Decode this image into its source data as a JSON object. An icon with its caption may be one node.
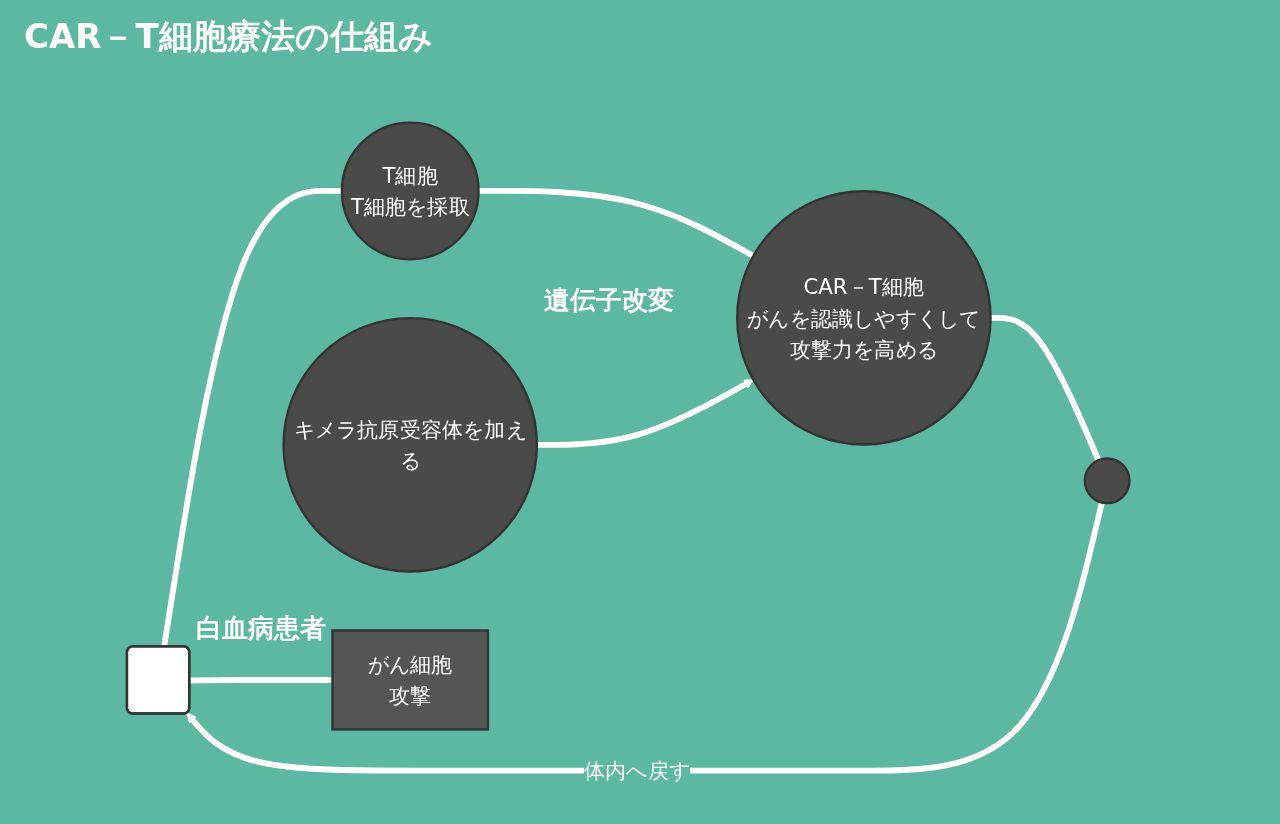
{
  "diagram": {
    "title": "CAR－T細胞療法の仕組み",
    "nodes": [
      {
        "text": [],
        "shape": "person",
        "beside": [
          "白血病患者"
        ]
      },
      {
        "text": [
          "T細胞",
          "T細胞を採取"
        ]
      },
      {
        "text": [
          "キメラ抗原受容体を加える"
        ],
        "beside": [
          "遺伝子改変"
        ]
      },
      {
        "text": [
          "CAR－T細胞",
          "がんを認識しやすくして攻撃力を高める"
        ]
      },
      {
        "text": [],
        "shape": "circle"
      },
      {
        "text": [
          "がん細胞",
          "攻撃"
        ]
      }
    ],
    "edges": [
      {
        "from": 0,
        "to": 1,
        "arrow": "none"
      },
      {
        "from": 1,
        "to": 3,
        "arrow": "none"
      },
      {
        "from": 2,
        "to": 3,
        "arrow": "to"
      },
      {
        "from": 3,
        "to": 4,
        "arrow": "none"
      },
      {
        "from": 4,
        "to": 0,
        "arrow": "to",
        "label": "体内へ戻す"
      },
      {
        "from": 0,
        "to": 5,
        "arrow": "none"
      }
    ]
  }
}
